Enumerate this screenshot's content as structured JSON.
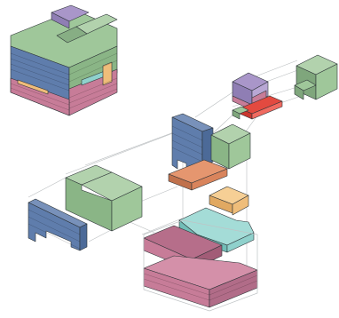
{
  "figure": {
    "kind": "exploded-isometric-massing-diagram",
    "background": "#ffffff",
    "palette": {
      "green": "#9fc79a",
      "green_dark": "#7fa67c",
      "purple": "#a996c9",
      "blue": "#5f7dac",
      "pink": "#c77c98",
      "pink_dark": "#a25c77",
      "red": "#e34a40",
      "orange": "#d9845c",
      "yellow": "#efbd7a",
      "cyan": "#8fd1cc",
      "guide_line": "#b9bdbf"
    },
    "components": [
      {
        "name": "assembled-massing",
        "colors": [
          "green",
          "purple",
          "blue",
          "pink"
        ]
      },
      {
        "name": "upper-cluster",
        "colors": [
          "purple",
          "pink",
          "red",
          "green"
        ]
      },
      {
        "name": "far-green-block",
        "colors": [
          "green"
        ]
      },
      {
        "name": "central-stack",
        "colors": [
          "blue",
          "green",
          "orange",
          "yellow",
          "cyan"
        ]
      },
      {
        "name": "left-green-block",
        "colors": [
          "green"
        ]
      },
      {
        "name": "left-blue-wall",
        "colors": [
          "blue"
        ]
      },
      {
        "name": "base-pink-stack",
        "colors": [
          "pink",
          "pink_dark"
        ]
      }
    ]
  }
}
